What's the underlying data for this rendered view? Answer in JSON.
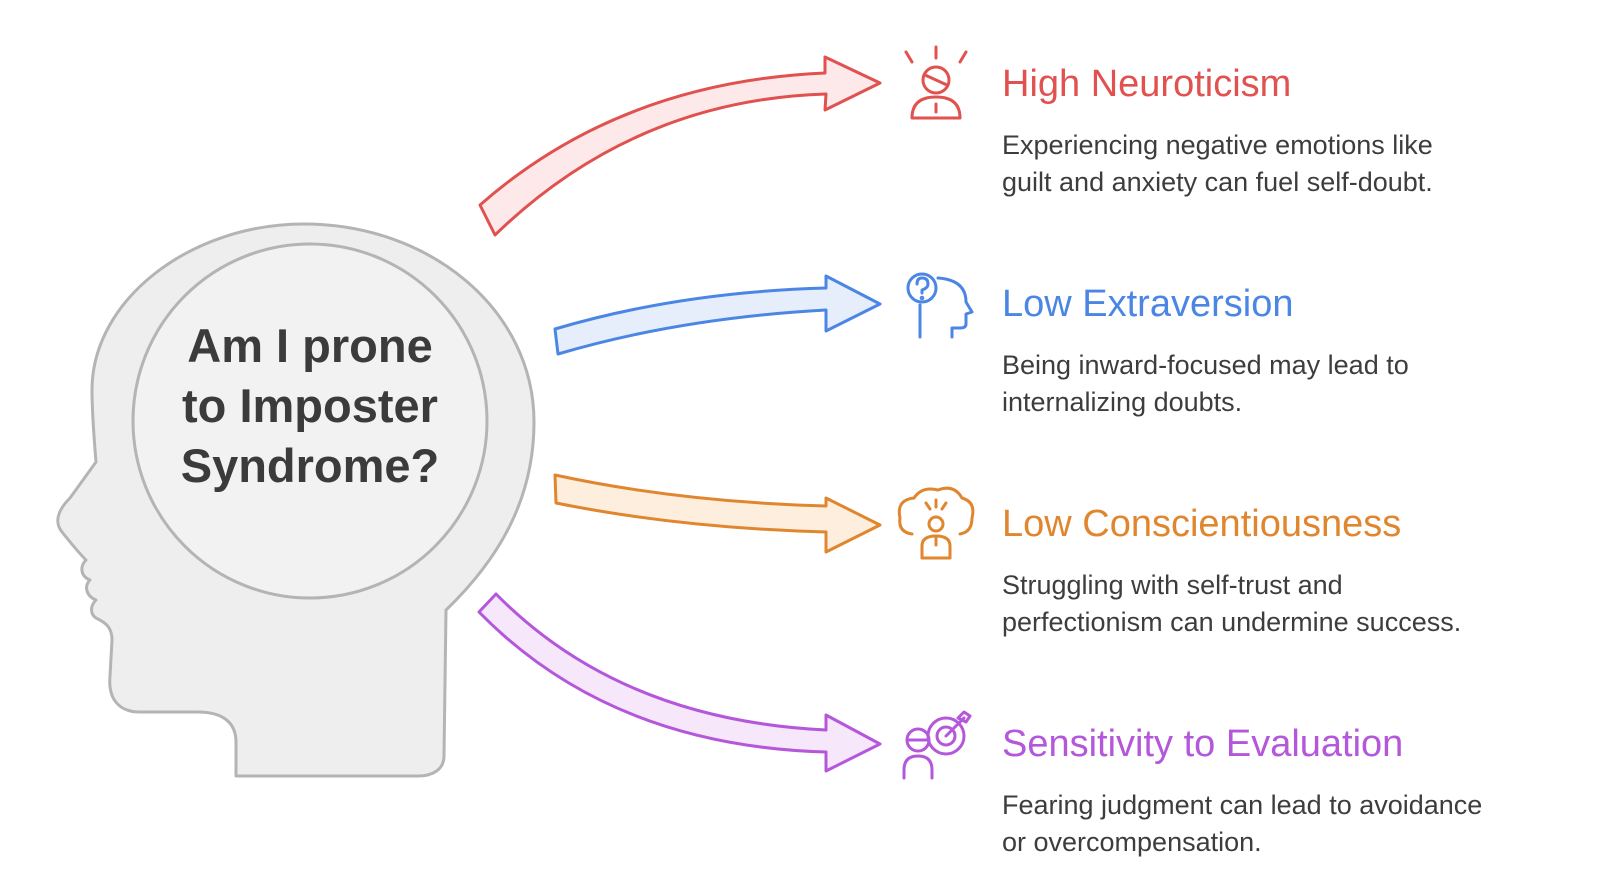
{
  "center": {
    "lines": [
      "Am I prone",
      "to Imposter",
      "Syndrome?"
    ]
  },
  "colors": {
    "head_fill": "#eeeeee",
    "head_stroke": "#b4b4b4",
    "circle_fill": "#f2f2f2",
    "question_text": "#3b3b3b",
    "description_text": "#3d3d3d"
  },
  "items": [
    {
      "title": "High Neuroticism",
      "desc_lines": [
        "Experiencing negative emotions like",
        "guilt and anxiety can fuel self-doubt."
      ],
      "color": "#e0514f",
      "fill": "#fde9e9",
      "icon": "stressed-person-icon"
    },
    {
      "title": "Low Extraversion",
      "desc_lines": [
        "Being inward-focused may lead to",
        "internalizing doubts."
      ],
      "color": "#4b86e4",
      "fill": "#e6eefc",
      "icon": "head-question-icon"
    },
    {
      "title": "Low Conscientiousness",
      "desc_lines": [
        "Struggling with self-trust and",
        "perfectionism can undermine success."
      ],
      "color": "#e0862e",
      "fill": "#fdeedd",
      "icon": "thinking-person-icon"
    },
    {
      "title": "Sensitivity to Evaluation",
      "desc_lines": [
        "Fearing judgment can lead to avoidance",
        "or overcompensation."
      ],
      "color": "#b457db",
      "fill": "#f6e7fb",
      "icon": "target-person-icon"
    }
  ]
}
